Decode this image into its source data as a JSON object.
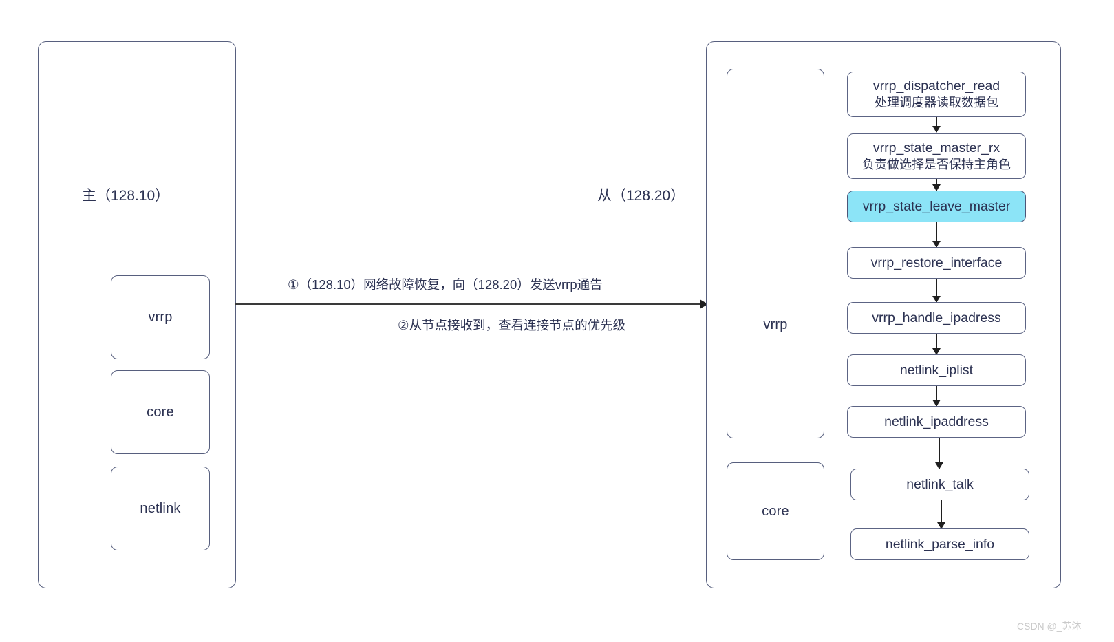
{
  "diagram": {
    "title": "VRRP master/backup failover call flow",
    "watermark": "CSDN @_苏沐",
    "colors": {
      "border": "#575f7e",
      "text": "#2c3252",
      "highlight": "#8CE4F7",
      "arrow": "#1f1f1f",
      "background": "#ffffff"
    }
  },
  "left_panel": {
    "title": "主（128.10）",
    "modules": [
      {
        "label": "vrrp"
      },
      {
        "label": "core"
      },
      {
        "label": "netlink"
      }
    ]
  },
  "right_panel": {
    "title": "从（128.20）",
    "modules": [
      {
        "label": "vrrp"
      },
      {
        "label": "core"
      }
    ],
    "flow": [
      {
        "line1": "vrrp_dispatcher_read",
        "line2": "处理调度器读取数据包",
        "highlight": false
      },
      {
        "line1": "vrrp_state_master_rx",
        "line2": "负责做选择是否保持主角色",
        "highlight": false
      },
      {
        "line1": "vrrp_state_leave_master",
        "line2": "",
        "highlight": true
      },
      {
        "line1": "vrrp_restore_interface",
        "line2": "",
        "highlight": false
      },
      {
        "line1": "vrrp_handle_ipadress",
        "line2": "",
        "highlight": false
      },
      {
        "line1": "netlink_iplist",
        "line2": "",
        "highlight": false
      },
      {
        "line1": "netlink_ipaddress",
        "line2": "",
        "highlight": false
      },
      {
        "line1": "netlink_talk",
        "line2": "",
        "highlight": false
      },
      {
        "line1": "netlink_parse_info",
        "line2": "",
        "highlight": false
      }
    ]
  },
  "connector": {
    "label_above": "①（128.10）网络故障恢复，向（128.20）发送vrrp通告",
    "label_below": "②从节点接收到，查看连接节点的优先级"
  }
}
